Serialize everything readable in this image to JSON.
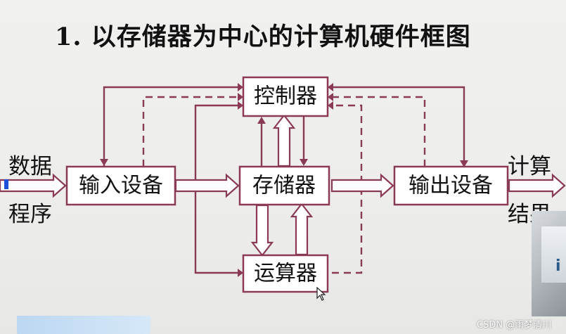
{
  "slide": {
    "title": "1. 以存储器为中心的计算机硬件框图"
  },
  "nodes": {
    "controller": "控制器",
    "input_device": "输入设备",
    "memory": "存储器",
    "output_device": "输出设备",
    "alu": "运算器"
  },
  "labels": {
    "left_top": "数据",
    "left_bottom": "程序",
    "right_top": "计算",
    "right_bottom": "结果"
  },
  "overlay": {
    "watermark": "CSDN @雨梦清川",
    "webcam_letter": "i"
  },
  "colors": {
    "line": "#8a3a55",
    "accent_blue": "#1d4fd8"
  },
  "icons": {
    "cursor": "mouse-pointer-icon"
  }
}
